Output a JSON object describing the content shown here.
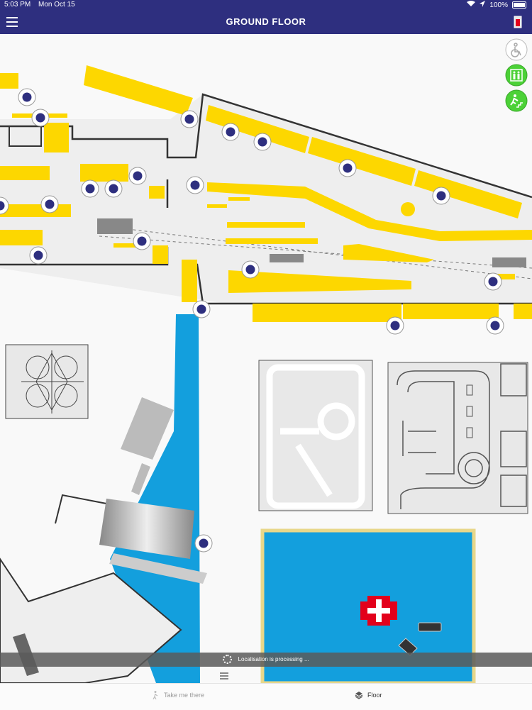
{
  "status_bar": {
    "time": "5:03 PM",
    "date": "Mon Oct 15",
    "battery": "100%"
  },
  "header": {
    "title": "GROUND FLOOR"
  },
  "side_buttons": {
    "accessibility": "wheelchair-icon",
    "elevator": "elevator-icon",
    "stairs": "stairs-icon"
  },
  "colors": {
    "nav": "#2e2f7f",
    "shop": "#fdd700",
    "water": "#139fdd",
    "poi": "#2e2f7f",
    "accent_green": "#4cd137",
    "cross": "#e3001b"
  },
  "toast": {
    "message": "Localisation is processing ..."
  },
  "tabs": [
    {
      "label": "Take me there",
      "icon": "walk-icon"
    },
    {
      "label": "Floor",
      "icon": "layers-icon"
    }
  ]
}
